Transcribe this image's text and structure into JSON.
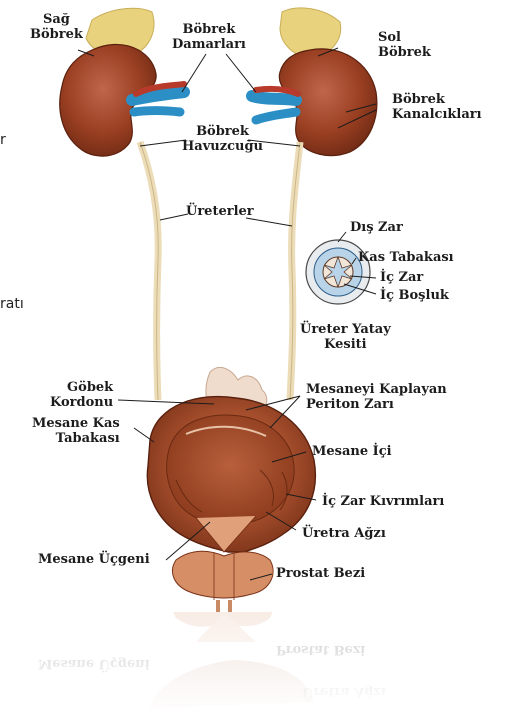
{
  "labels": {
    "sag_bobrek": [
      "Sağ",
      "Böbrek"
    ],
    "bobrek_damarlari": [
      "Böbrek",
      "Damarları"
    ],
    "sol_bobrek": [
      "Sol",
      "Böbrek"
    ],
    "bobrek_kanalciklari": [
      "Böbrek",
      "Kanalcıkları"
    ],
    "bobrek_havuzcugu": [
      "Böbrek",
      "Havuzcuğu"
    ],
    "ureterler": "Üreterler",
    "dis_zar": "Dış Zar",
    "kas_tabakasi": "Kas Tabakası",
    "ic_zar": "İç Zar",
    "ic_bosluk": "İç Boşluk",
    "ureter_yatay_kesiti": [
      "Üreter Yatay",
      "Kesiti"
    ],
    "gobek_kordonu": [
      "Göbek",
      "Kordonu"
    ],
    "mesane_kas_tabakasi": [
      "Mesane Kas",
      "Tabakası"
    ],
    "mesaneyi_kaplayan": [
      "Mesaneyi Kaplayan",
      "Periton Zarı"
    ],
    "mesane_ici": "Mesane İçi",
    "ic_zar_kivrimlari": "İç Zar Kıvrımları",
    "uretra_agzi": "Üretra Ağzı",
    "mesane_ucgeni": "Mesane Üçgeni",
    "prostat_bezi": "Prostat Bezi"
  },
  "side_fragments": {
    "left_top": "r",
    "left_mid": "ratı"
  },
  "colors": {
    "kidney": "#9a3f22",
    "fat": "#e9d27e",
    "vein": "#2b8fc6",
    "artery": "#b83a2a",
    "ureter": "#ecdcb8",
    "bladder": "#a8502e"
  }
}
